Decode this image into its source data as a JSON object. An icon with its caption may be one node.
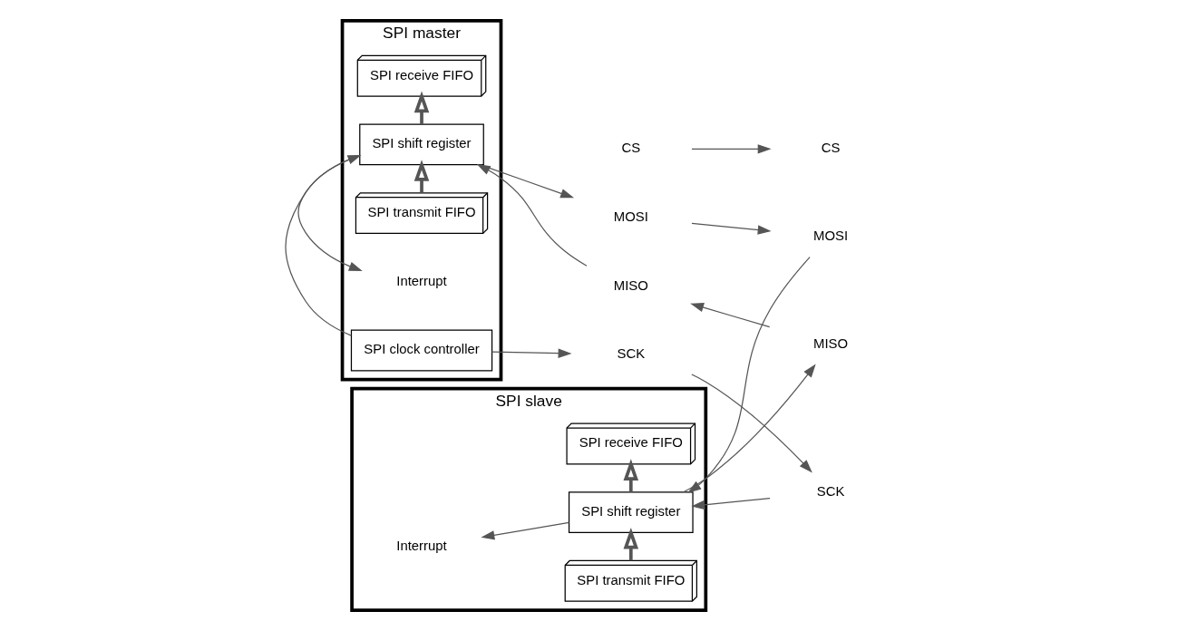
{
  "diagram": {
    "nodes": [
      {
        "text": [
          "SPI master"
        ]
      },
      {
        "text": [
          "SPI transmit FIFO"
        ],
        "in": 0
      },
      {
        "text": [
          "SPI shift register"
        ],
        "in": 0
      },
      {
        "text": [
          "Interrupt"
        ],
        "in": 0
      },
      {
        "text": [
          "SPI receive FIFO"
        ],
        "in": 0
      },
      {
        "text": [
          "SPI clock controller"
        ],
        "in": 0
      },
      {
        "text": [
          "SPI slave"
        ]
      },
      {
        "text": [
          "SPI transmit FIFO"
        ],
        "in": 6
      },
      {
        "text": [
          "SPI shift register"
        ],
        "in": 6
      },
      {
        "text": [
          "Interrupt"
        ],
        "in": 6
      },
      {
        "text": [
          "SPI receive FIFO"
        ],
        "in": 6
      },
      {
        "text": [
          "MOSI"
        ]
      },
      {
        "text": [
          "MOSI"
        ]
      },
      {
        "text": [
          "MISO"
        ]
      },
      {
        "text": [
          "MISO"
        ]
      },
      {
        "text": [
          "SCK"
        ]
      },
      {
        "text": [
          "SCK"
        ]
      },
      {
        "text": [
          "CS"
        ]
      },
      {
        "text": [
          "CS"
        ]
      }
    ],
    "edges": [
      {
        "from": 1,
        "to": 2,
        "arrow": "to",
        "style": "thick"
      },
      {
        "from": 2,
        "to": 4,
        "arrow": "to",
        "style": "thick"
      },
      {
        "from": 2,
        "to": 3,
        "arrow": "to"
      },
      {
        "from": 2,
        "to": 11,
        "arrow": "to"
      },
      {
        "from": 11,
        "to": 12,
        "arrow": "to"
      },
      {
        "from": 12,
        "to": 8,
        "arrow": "to"
      },
      {
        "from": 8,
        "to": 14,
        "arrow": "to"
      },
      {
        "from": 14,
        "to": 13,
        "arrow": "to"
      },
      {
        "from": 13,
        "to": 2,
        "arrow": "to"
      },
      {
        "from": 5,
        "to": 15,
        "arrow": "to"
      },
      {
        "from": 5,
        "to": 2,
        "arrow": "to"
      },
      {
        "from": 15,
        "to": 16,
        "arrow": "to"
      },
      {
        "from": 16,
        "to": 8,
        "arrow": "to"
      },
      {
        "from": 17,
        "to": 18,
        "arrow": "to"
      },
      {
        "from": 7,
        "to": 8,
        "arrow": "to",
        "style": "thick"
      },
      {
        "from": 8,
        "to": 10,
        "arrow": "to",
        "style": "thick"
      },
      {
        "from": 8,
        "to": 9,
        "arrow": "to"
      }
    ]
  }
}
